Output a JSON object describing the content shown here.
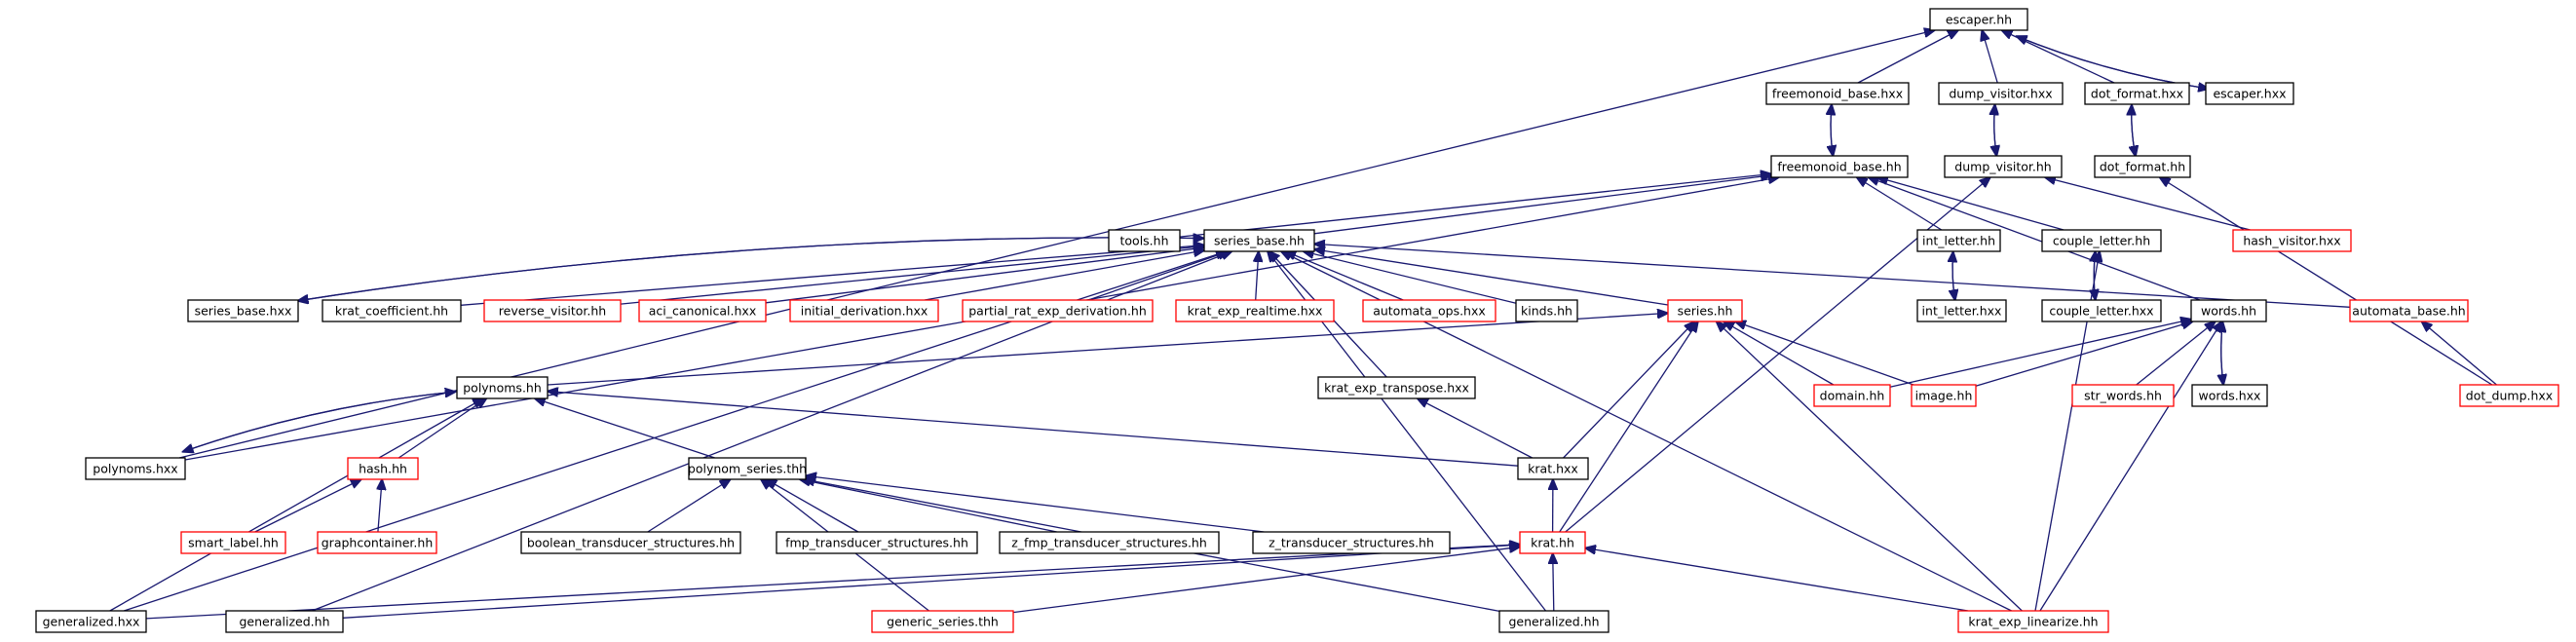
{
  "colors": {
    "edge": "#191970",
    "node_border_normal": "#000000",
    "node_border_incomplete": "#ff0000",
    "node_root_fill": "#bfbfbf",
    "text": "#000000"
  },
  "nodes": [
    {
      "id": "escaper_hh",
      "label": "escaper.hh",
      "root": true
    },
    {
      "id": "freemonoid_base_hxx",
      "label": "freemonoid_base.hxx"
    },
    {
      "id": "dump_visitor_hxx",
      "label": "dump_visitor.hxx"
    },
    {
      "id": "dot_format_hxx",
      "label": "dot_format.hxx"
    },
    {
      "id": "escaper_hxx",
      "label": "escaper.hxx"
    },
    {
      "id": "freemonoid_base_hh",
      "label": "freemonoid_base.hh"
    },
    {
      "id": "dump_visitor_hh",
      "label": "dump_visitor.hh"
    },
    {
      "id": "dot_format_hh",
      "label": "dot_format.hh"
    },
    {
      "id": "tools_hh",
      "label": "tools.hh"
    },
    {
      "id": "series_base_hh",
      "label": "series_base.hh"
    },
    {
      "id": "int_letter_hh",
      "label": "int_letter.hh"
    },
    {
      "id": "couple_letter_hh",
      "label": "couple_letter.hh"
    },
    {
      "id": "hash_visitor_hxx",
      "label": "hash_visitor.hxx",
      "incomplete": true
    },
    {
      "id": "series_base_hxx",
      "label": "series_base.hxx"
    },
    {
      "id": "krat_coefficient_hh",
      "label": "krat_coefficient.hh"
    },
    {
      "id": "reverse_visitor_hh",
      "label": "reverse_visitor.hh",
      "incomplete": true
    },
    {
      "id": "aci_canonical_hxx",
      "label": "aci_canonical.hxx",
      "incomplete": true
    },
    {
      "id": "initial_derivation_hxx",
      "label": "initial_derivation.hxx",
      "incomplete": true
    },
    {
      "id": "partial_rat_exp_derivation_hh",
      "label": "partial_rat_exp_derivation.hh",
      "incomplete": true
    },
    {
      "id": "krat_exp_realtime_hxx",
      "label": "krat_exp_realtime.hxx",
      "incomplete": true
    },
    {
      "id": "automata_ops_hxx",
      "label": "automata_ops.hxx",
      "incomplete": true
    },
    {
      "id": "kinds_hh",
      "label": "kinds.hh"
    },
    {
      "id": "series_hh",
      "label": "series.hh",
      "incomplete": true
    },
    {
      "id": "int_letter_hxx",
      "label": "int_letter.hxx"
    },
    {
      "id": "couple_letter_hxx",
      "label": "couple_letter.hxx"
    },
    {
      "id": "words_hh",
      "label": "words.hh"
    },
    {
      "id": "automata_base_hh",
      "label": "automata_base.hh",
      "incomplete": true
    },
    {
      "id": "polynoms_hh",
      "label": "polynoms.hh"
    },
    {
      "id": "krat_exp_transpose_hxx",
      "label": "krat_exp_transpose.hxx"
    },
    {
      "id": "domain_hh",
      "label": "domain.hh",
      "incomplete": true
    },
    {
      "id": "image_hh",
      "label": "image.hh",
      "incomplete": true
    },
    {
      "id": "str_words_hh",
      "label": "str_words.hh",
      "incomplete": true
    },
    {
      "id": "words_hxx",
      "label": "words.hxx"
    },
    {
      "id": "dot_dump_hxx",
      "label": "dot_dump.hxx",
      "incomplete": true
    },
    {
      "id": "polynoms_hxx",
      "label": "polynoms.hxx"
    },
    {
      "id": "hash_hh",
      "label": "hash.hh",
      "incomplete": true
    },
    {
      "id": "polynom_series_thh",
      "label": "polynom_series.thh"
    },
    {
      "id": "krat_hxx",
      "label": "krat.hxx"
    },
    {
      "id": "smart_label_hh",
      "label": "smart_label.hh",
      "incomplete": true
    },
    {
      "id": "graphcontainer_hh",
      "label": "graphcontainer.hh",
      "incomplete": true
    },
    {
      "id": "boolean_transducer_structures_hh",
      "label": "boolean_transducer_structures.hh"
    },
    {
      "id": "fmp_transducer_structures_hh",
      "label": "fmp_transducer_structures.hh"
    },
    {
      "id": "z_fmp_transducer_structures_hh",
      "label": "z_fmp_transducer_structures.hh"
    },
    {
      "id": "z_transducer_structures_hh",
      "label": "z_transducer_structures.hh"
    },
    {
      "id": "krat_hh",
      "label": "krat.hh",
      "incomplete": true
    },
    {
      "id": "generalized_hxx",
      "label": "generalized.hxx"
    },
    {
      "id": "generalized_hh_left",
      "label": "generalized.hh"
    },
    {
      "id": "generic_series_thh",
      "label": "generic_series.thh",
      "incomplete": true
    },
    {
      "id": "generalized_hh_right",
      "label": "generalized.hh"
    },
    {
      "id": "krat_exp_linearize_hh",
      "label": "krat_exp_linearize.hh",
      "incomplete": true
    }
  ],
  "edges": [
    {
      "from": "freemonoid_base_hxx",
      "to": "escaper_hh"
    },
    {
      "from": "dump_visitor_hxx",
      "to": "escaper_hh"
    },
    {
      "from": "dot_format_hxx",
      "to": "escaper_hh"
    },
    {
      "from": "escaper_hxx",
      "to": "escaper_hh"
    },
    {
      "from": "escaper_hh",
      "to": "escaper_hxx"
    },
    {
      "from": "polynoms_hxx",
      "to": "escaper_hh"
    },
    {
      "from": "freemonoid_base_hh",
      "to": "freemonoid_base_hxx"
    },
    {
      "from": "freemonoid_base_hxx",
      "to": "freemonoid_base_hh"
    },
    {
      "from": "dump_visitor_hh",
      "to": "dump_visitor_hxx"
    },
    {
      "from": "dump_visitor_hxx",
      "to": "dump_visitor_hh"
    },
    {
      "from": "dot_format_hh",
      "to": "dot_format_hxx"
    },
    {
      "from": "dot_format_hxx",
      "to": "dot_format_hh"
    },
    {
      "from": "tools_hh",
      "to": "freemonoid_base_hh"
    },
    {
      "from": "series_base_hh",
      "to": "freemonoid_base_hh"
    },
    {
      "from": "int_letter_hh",
      "to": "freemonoid_base_hh"
    },
    {
      "from": "couple_letter_hh",
      "to": "freemonoid_base_hh"
    },
    {
      "from": "words_hh",
      "to": "freemonoid_base_hh"
    },
    {
      "from": "polynoms_hxx",
      "to": "freemonoid_base_hh"
    },
    {
      "from": "hash_visitor_hxx",
      "to": "dump_visitor_hh"
    },
    {
      "from": "krat_hh",
      "to": "dump_visitor_hh"
    },
    {
      "from": "dot_dump_hxx",
      "to": "dot_format_hh"
    },
    {
      "from": "int_letter_hxx",
      "to": "int_letter_hh"
    },
    {
      "from": "int_letter_hh",
      "to": "int_letter_hxx"
    },
    {
      "from": "couple_letter_hxx",
      "to": "couple_letter_hh"
    },
    {
      "from": "couple_letter_hh",
      "to": "couple_letter_hxx"
    },
    {
      "from": "krat_exp_linearize_hh",
      "to": "couple_letter_hh"
    },
    {
      "from": "series_base_hxx",
      "to": "series_base_hh"
    },
    {
      "from": "series_base_hh",
      "to": "series_base_hxx"
    },
    {
      "from": "krat_coefficient_hh",
      "to": "series_base_hh"
    },
    {
      "from": "reverse_visitor_hh",
      "to": "series_base_hh"
    },
    {
      "from": "aci_canonical_hxx",
      "to": "series_base_hh"
    },
    {
      "from": "initial_derivation_hxx",
      "to": "series_base_hh"
    },
    {
      "from": "partial_rat_exp_derivation_hh",
      "to": "series_base_hh"
    },
    {
      "from": "krat_exp_realtime_hxx",
      "to": "series_base_hh"
    },
    {
      "from": "automata_ops_hxx",
      "to": "series_base_hh"
    },
    {
      "from": "kinds_hh",
      "to": "series_base_hh"
    },
    {
      "from": "series_hh",
      "to": "series_base_hh"
    },
    {
      "from": "automata_base_hh",
      "to": "series_base_hh"
    },
    {
      "from": "krat_exp_transpose_hxx",
      "to": "series_base_hh"
    },
    {
      "from": "generalized_hxx",
      "to": "series_base_hh"
    },
    {
      "from": "generalized_hh_left",
      "to": "series_base_hh"
    },
    {
      "from": "generalized_hh_right",
      "to": "series_base_hh"
    },
    {
      "from": "krat_exp_linearize_hh",
      "to": "series_base_hh"
    },
    {
      "from": "dot_dump_hxx",
      "to": "automata_base_hh"
    },
    {
      "from": "domain_hh",
      "to": "words_hh"
    },
    {
      "from": "image_hh",
      "to": "words_hh"
    },
    {
      "from": "str_words_hh",
      "to": "words_hh"
    },
    {
      "from": "words_hxx",
      "to": "words_hh"
    },
    {
      "from": "words_hh",
      "to": "words_hxx"
    },
    {
      "from": "krat_exp_linearize_hh",
      "to": "words_hh"
    },
    {
      "from": "polynoms_hh",
      "to": "series_hh"
    },
    {
      "from": "domain_hh",
      "to": "series_hh"
    },
    {
      "from": "image_hh",
      "to": "series_hh"
    },
    {
      "from": "krat_hxx",
      "to": "series_hh"
    },
    {
      "from": "krat_hh",
      "to": "series_hh"
    },
    {
      "from": "krat_exp_linearize_hh",
      "to": "series_hh"
    },
    {
      "from": "polynoms_hxx",
      "to": "polynoms_hh"
    },
    {
      "from": "polynoms_hh",
      "to": "polynoms_hxx"
    },
    {
      "from": "hash_hh",
      "to": "polynoms_hh"
    },
    {
      "from": "polynom_series_thh",
      "to": "polynoms_hh"
    },
    {
      "from": "krat_hxx",
      "to": "polynoms_hh"
    },
    {
      "from": "generalized_hxx",
      "to": "polynoms_hh"
    },
    {
      "from": "smart_label_hh",
      "to": "hash_hh"
    },
    {
      "from": "graphcontainer_hh",
      "to": "hash_hh"
    },
    {
      "from": "boolean_transducer_structures_hh",
      "to": "polynom_series_thh"
    },
    {
      "from": "fmp_transducer_structures_hh",
      "to": "polynom_series_thh"
    },
    {
      "from": "z_fmp_transducer_structures_hh",
      "to": "polynom_series_thh"
    },
    {
      "from": "z_transducer_structures_hh",
      "to": "polynom_series_thh"
    },
    {
      "from": "generic_series_thh",
      "to": "polynom_series_thh"
    },
    {
      "from": "generalized_hh_right",
      "to": "polynom_series_thh"
    },
    {
      "from": "krat_hxx",
      "to": "krat_exp_transpose_hxx"
    },
    {
      "from": "krat_hh",
      "to": "krat_hxx"
    },
    {
      "from": "generalized_hxx",
      "to": "krat_hh"
    },
    {
      "from": "generalized_hh_left",
      "to": "krat_hh"
    },
    {
      "from": "generic_series_thh",
      "to": "krat_hh"
    },
    {
      "from": "generalized_hh_right",
      "to": "krat_hh"
    },
    {
      "from": "krat_exp_linearize_hh",
      "to": "krat_hh"
    }
  ]
}
